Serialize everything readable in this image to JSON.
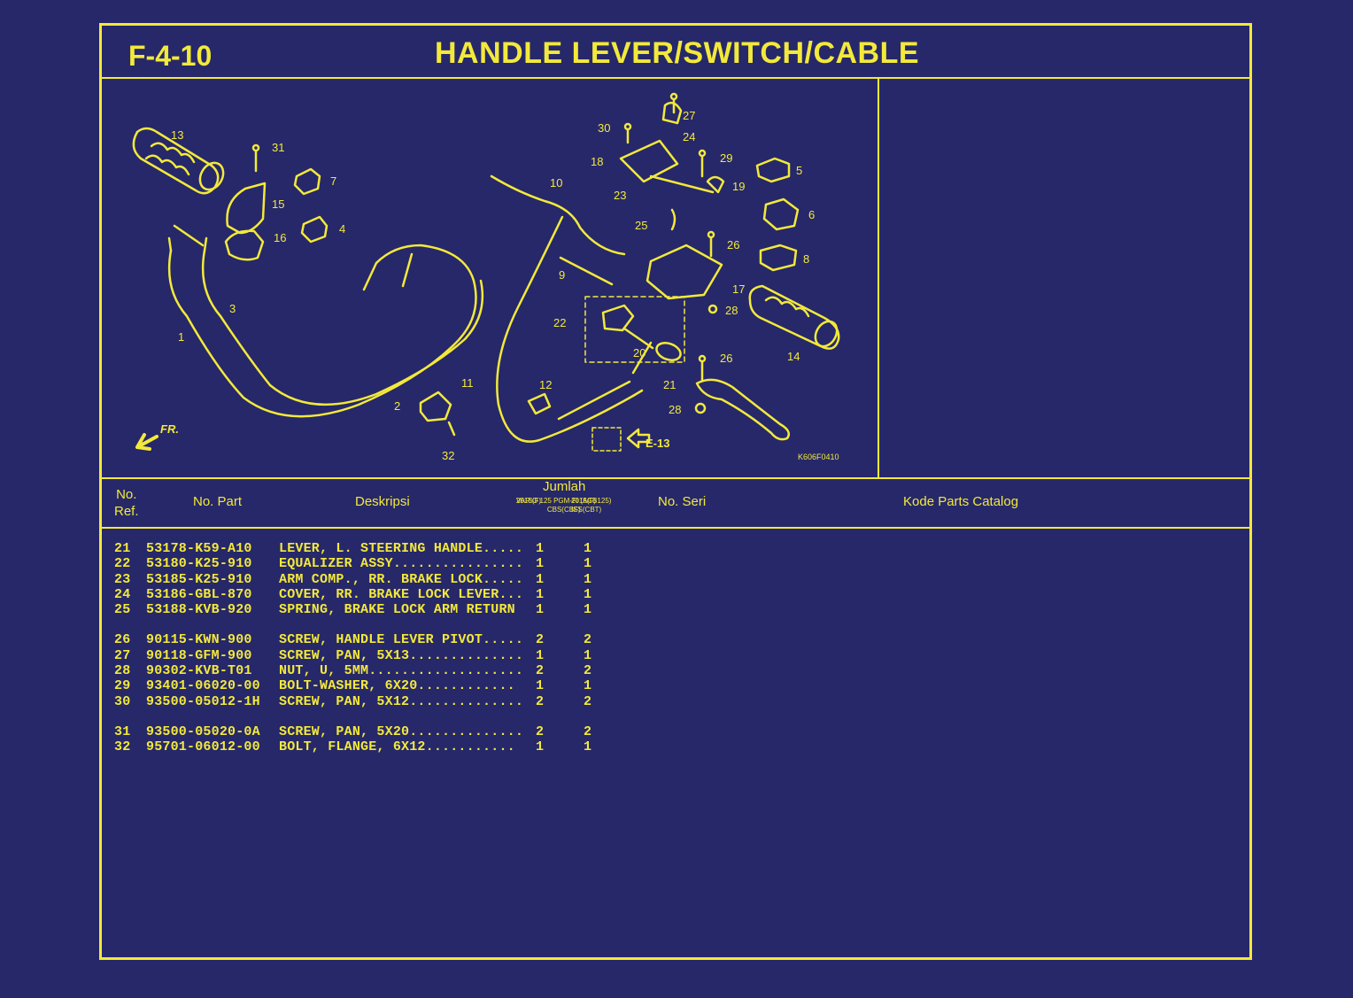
{
  "header": {
    "figure_code": "F-4-10",
    "title": "HANDLE LEVER/SWITCH/CABLE"
  },
  "diagram": {
    "callouts": [
      "1",
      "2",
      "3",
      "4",
      "5",
      "6",
      "7",
      "8",
      "9",
      "10",
      "11",
      "12",
      "13",
      "14",
      "15",
      "16",
      "17",
      "18",
      "19",
      "20",
      "21",
      "22",
      "23",
      "24",
      "25",
      "26",
      "26",
      "27",
      "28",
      "28",
      "29",
      "30",
      "31",
      "32"
    ],
    "front_marker": "FR.",
    "reference": "E-13",
    "drawing_code": "K606F0410"
  },
  "columns": {
    "no_ref": "No.\nRef.",
    "no_part": "No. Part",
    "deskripsi": "Deskripsi",
    "jumlah": "Jumlah",
    "variant1": "VARIO 125 PGM-FI (ACB125)\nCBS(CBF)",
    "variant1_year": "2015(F)",
    "variant2": "ISS(CBT)",
    "variant2_year": "2015(F)",
    "no_seri": "No. Seri",
    "kode": "Kode Parts Catalog"
  },
  "parts": [
    {
      "ref": "21",
      "part": "53178-K59-A10",
      "desc": "LEVER, L. STEERING HANDLE.....",
      "q1": "1",
      "q2": "1"
    },
    {
      "ref": "22",
      "part": "53180-K25-910",
      "desc": "EQUALIZER ASSY................",
      "q1": "1",
      "q2": "1"
    },
    {
      "ref": "23",
      "part": "53185-K25-910",
      "desc": "ARM COMP., RR. BRAKE LOCK.....",
      "q1": "1",
      "q2": "1"
    },
    {
      "ref": "24",
      "part": "53186-GBL-870",
      "desc": "COVER, RR. BRAKE LOCK LEVER...",
      "q1": "1",
      "q2": "1"
    },
    {
      "ref": "25",
      "part": "53188-KVB-920",
      "desc": "SPRING, BRAKE LOCK ARM RETURN",
      "q1": "1",
      "q2": "1"
    },
    {
      "ref": "26",
      "part": "90115-KWN-900",
      "desc": "SCREW, HANDLE LEVER PIVOT.....",
      "q1": "2",
      "q2": "2"
    },
    {
      "ref": "27",
      "part": "90118-GFM-900",
      "desc": "SCREW, PAN, 5X13..............",
      "q1": "1",
      "q2": "1"
    },
    {
      "ref": "28",
      "part": "90302-KVB-T01",
      "desc": "NUT, U, 5MM...................",
      "q1": "2",
      "q2": "2"
    },
    {
      "ref": "29",
      "part": "93401-06020-00",
      "desc": "BOLT-WASHER, 6X20............",
      "q1": "1",
      "q2": "1"
    },
    {
      "ref": "30",
      "part": "93500-05012-1H",
      "desc": "SCREW, PAN, 5X12..............",
      "q1": "2",
      "q2": "2"
    },
    {
      "ref": "31",
      "part": "93500-05020-0A",
      "desc": "SCREW, PAN, 5X20..............",
      "q1": "2",
      "q2": "2"
    },
    {
      "ref": "32",
      "part": "95701-06012-00",
      "desc": "BOLT, FLANGE, 6X12...........",
      "q1": "1",
      "q2": "1"
    }
  ],
  "colors": {
    "background": "#26286a",
    "line": "#f3e93a"
  }
}
